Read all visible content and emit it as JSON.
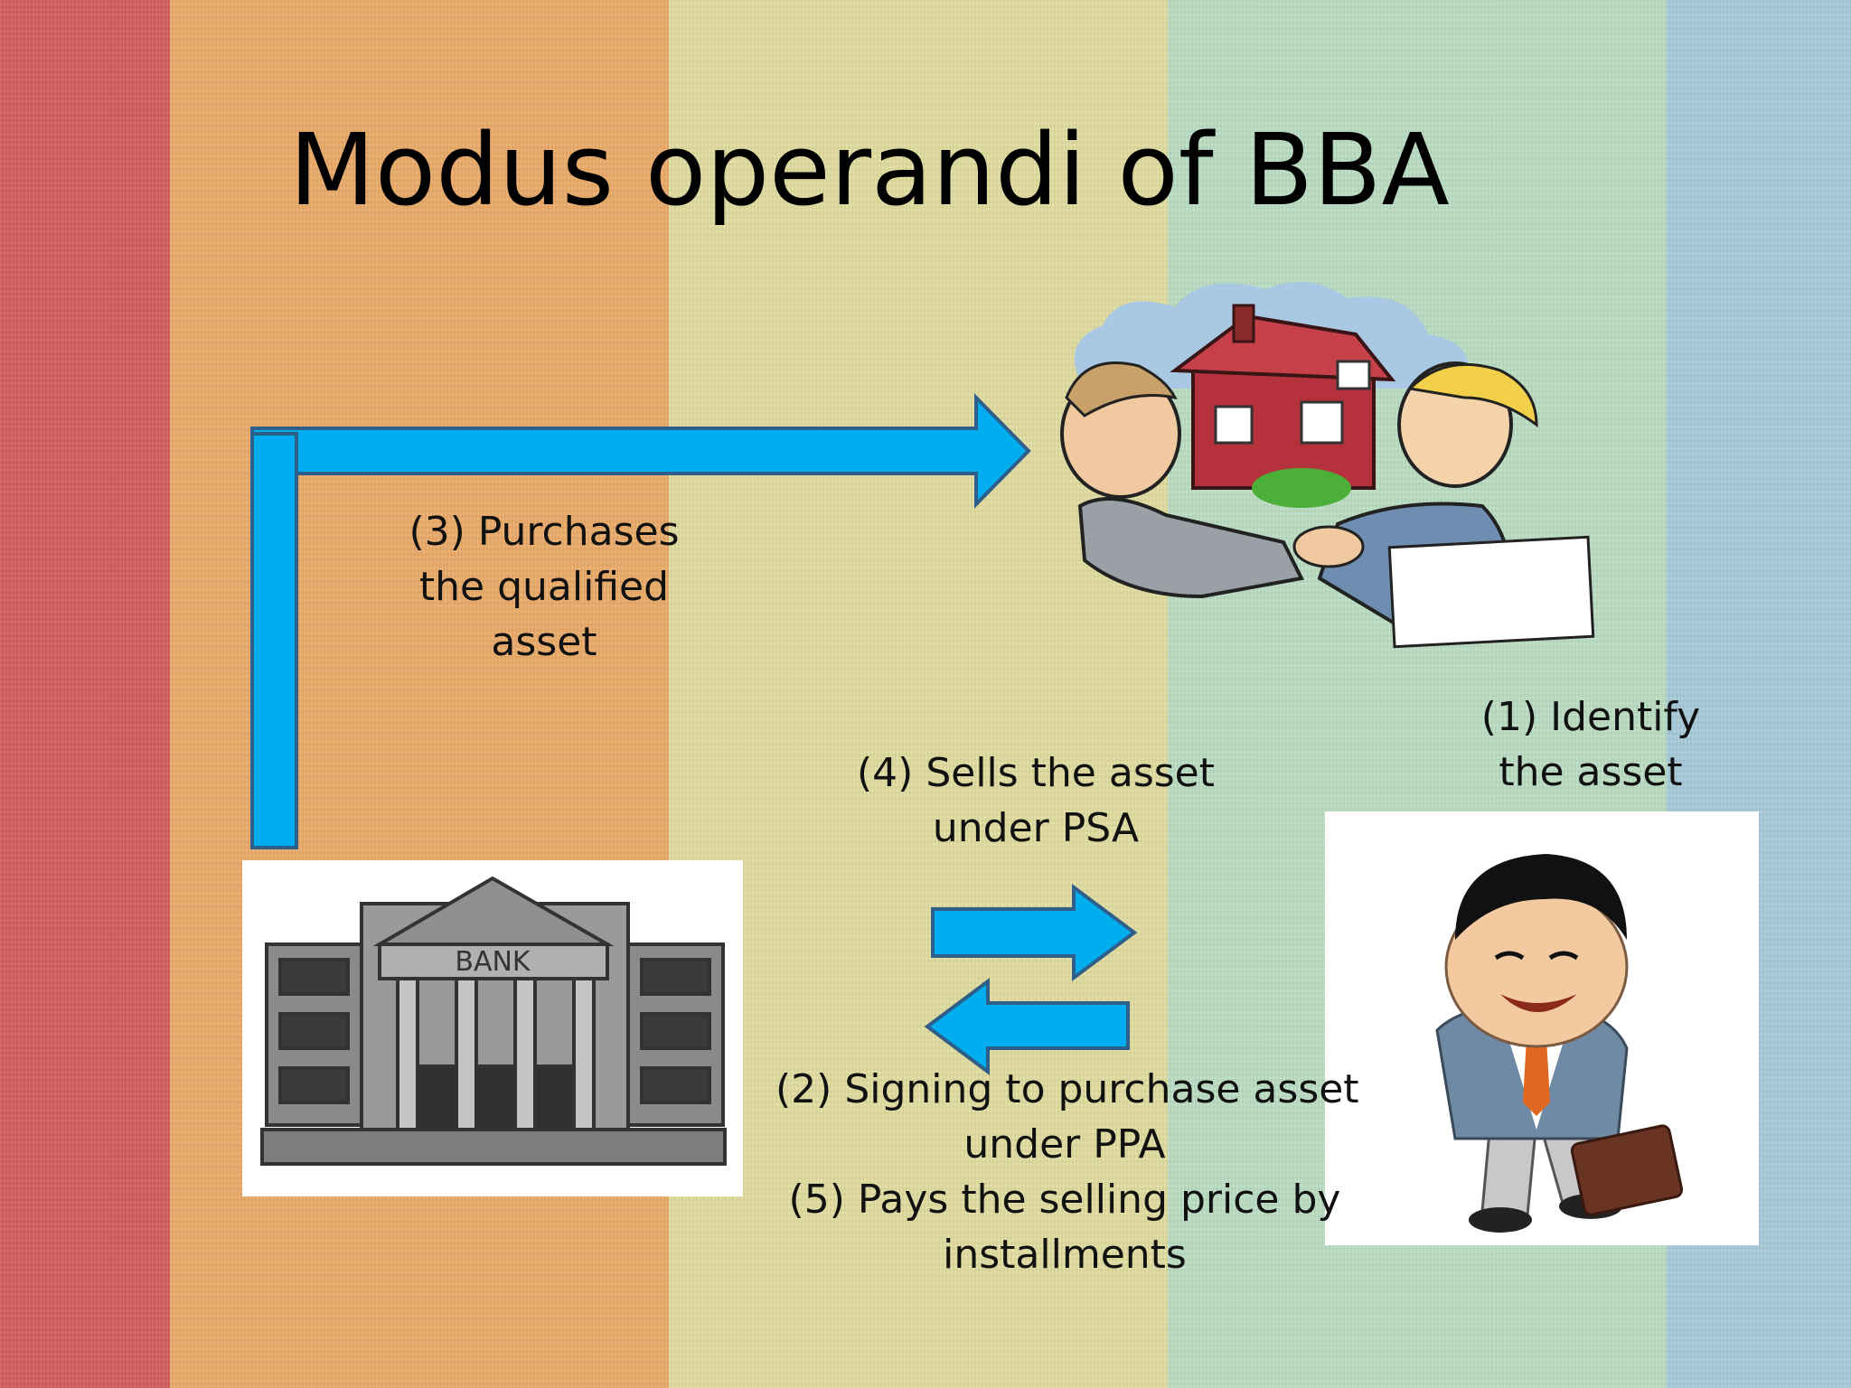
{
  "slide": {
    "title": "Modus operandi of BBA",
    "background_stripes": [
      "#d45a5a",
      "#e9a966",
      "#dfdb9e",
      "#b9dcc1",
      "#a6c9d8"
    ]
  },
  "steps": {
    "step3": [
      "(3) Purchases",
      "the qualified",
      "asset"
    ],
    "step4": [
      "(4) Sells the asset",
      "under PSA"
    ],
    "step1": [
      "(1) Identify",
      "the asset"
    ],
    "step2_5": [
      "(2) Signing to purchase asset",
      "under PPA",
      "(5) Pays the selling price by",
      "installments"
    ]
  },
  "images": {
    "bank_sign": "BANK",
    "bank": "bank-building-icon",
    "handshake": "handshake-house-icon",
    "customer": "businessman-icon"
  },
  "colors": {
    "arrow_fill": "#00aeef",
    "arrow_stroke": "#2e5f8a"
  }
}
